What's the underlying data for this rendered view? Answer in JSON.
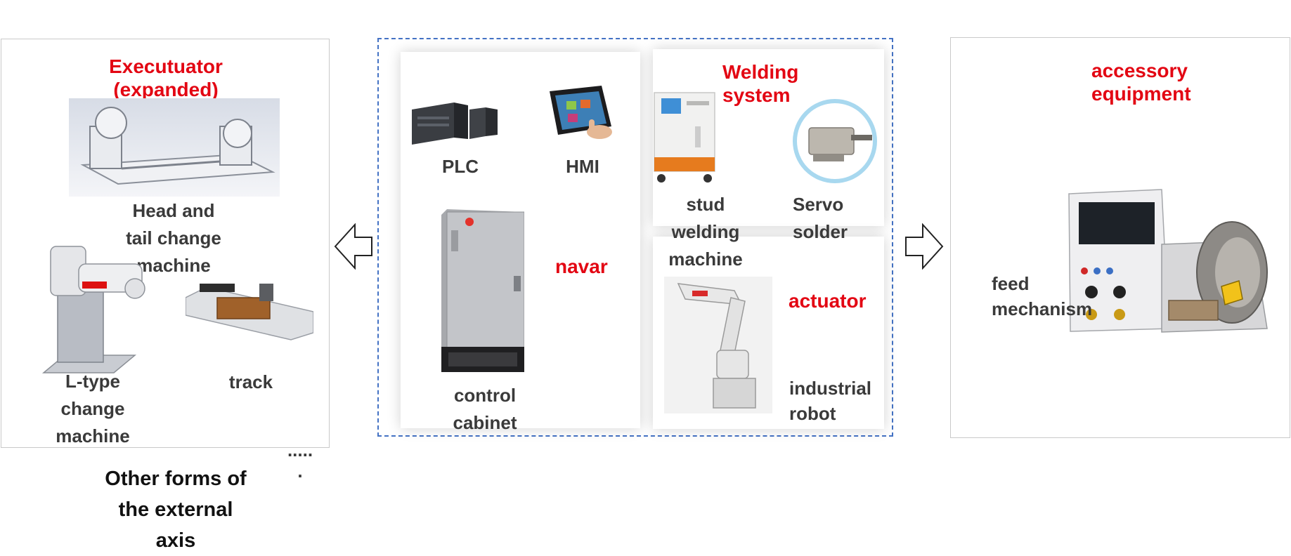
{
  "executor": {
    "title_line1": "Executuator",
    "title_line2": "(expanded)",
    "head_tail_line1": "Head and",
    "head_tail_line2": "tail change",
    "head_tail_line3": "machine",
    "ltype_line1": "L-type",
    "ltype_line2": "change",
    "ltype_line3": "machine",
    "track": "track",
    "ellipsis_line1": ".....",
    "ellipsis_line2": "."
  },
  "external_axis_caption": {
    "line1": "Other forms of",
    "line2": "the external",
    "line3": "axis"
  },
  "control": {
    "plc": "PLC",
    "hmi": "HMI",
    "navar": "navar",
    "cabinet_line1": "control",
    "cabinet_line2": "cabinet"
  },
  "welding": {
    "title_line1": "Welding",
    "title_line2": "system",
    "stud_line1": "stud",
    "stud_line2": "welding",
    "stud_line3": "machine",
    "servo_line1": "Servo",
    "servo_line2": "solder"
  },
  "actuator": {
    "title": "actuator",
    "robot_line1": "industrial",
    "robot_line2": "robot"
  },
  "accessory": {
    "title_line1": "accessory",
    "title_line2": "equipment",
    "feed_line1": "feed",
    "feed_line2": "mechanism"
  },
  "colors": {
    "title_red": "#e30613",
    "dashed_border": "#4472c4",
    "label_text": "#3a3a3a"
  }
}
